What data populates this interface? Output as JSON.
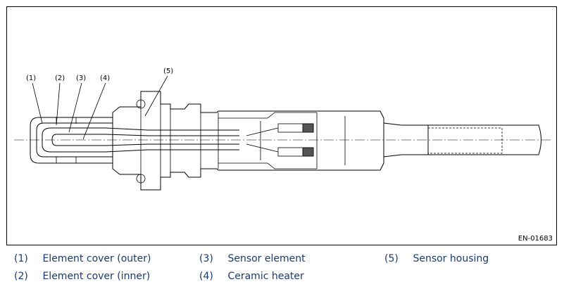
{
  "figure": {
    "code": "EN-01683",
    "callouts": [
      {
        "id": "1",
        "text": "(1)"
      },
      {
        "id": "2",
        "text": "(2)"
      },
      {
        "id": "3",
        "text": "(3)"
      },
      {
        "id": "4",
        "text": "(4)"
      },
      {
        "id": "5",
        "text": "(5)"
      }
    ]
  },
  "legend": [
    {
      "num": "(1)",
      "label": "Element cover (outer)"
    },
    {
      "num": "(2)",
      "label": "Element cover (inner)"
    },
    {
      "num": "(3)",
      "label": "Sensor element"
    },
    {
      "num": "(4)",
      "label": "Ceramic heater"
    },
    {
      "num": "(5)",
      "label": "Sensor housing"
    }
  ],
  "colors": {
    "legend_text": "#1a3a6e",
    "line": "#000000",
    "connector_fill": "#555555"
  }
}
